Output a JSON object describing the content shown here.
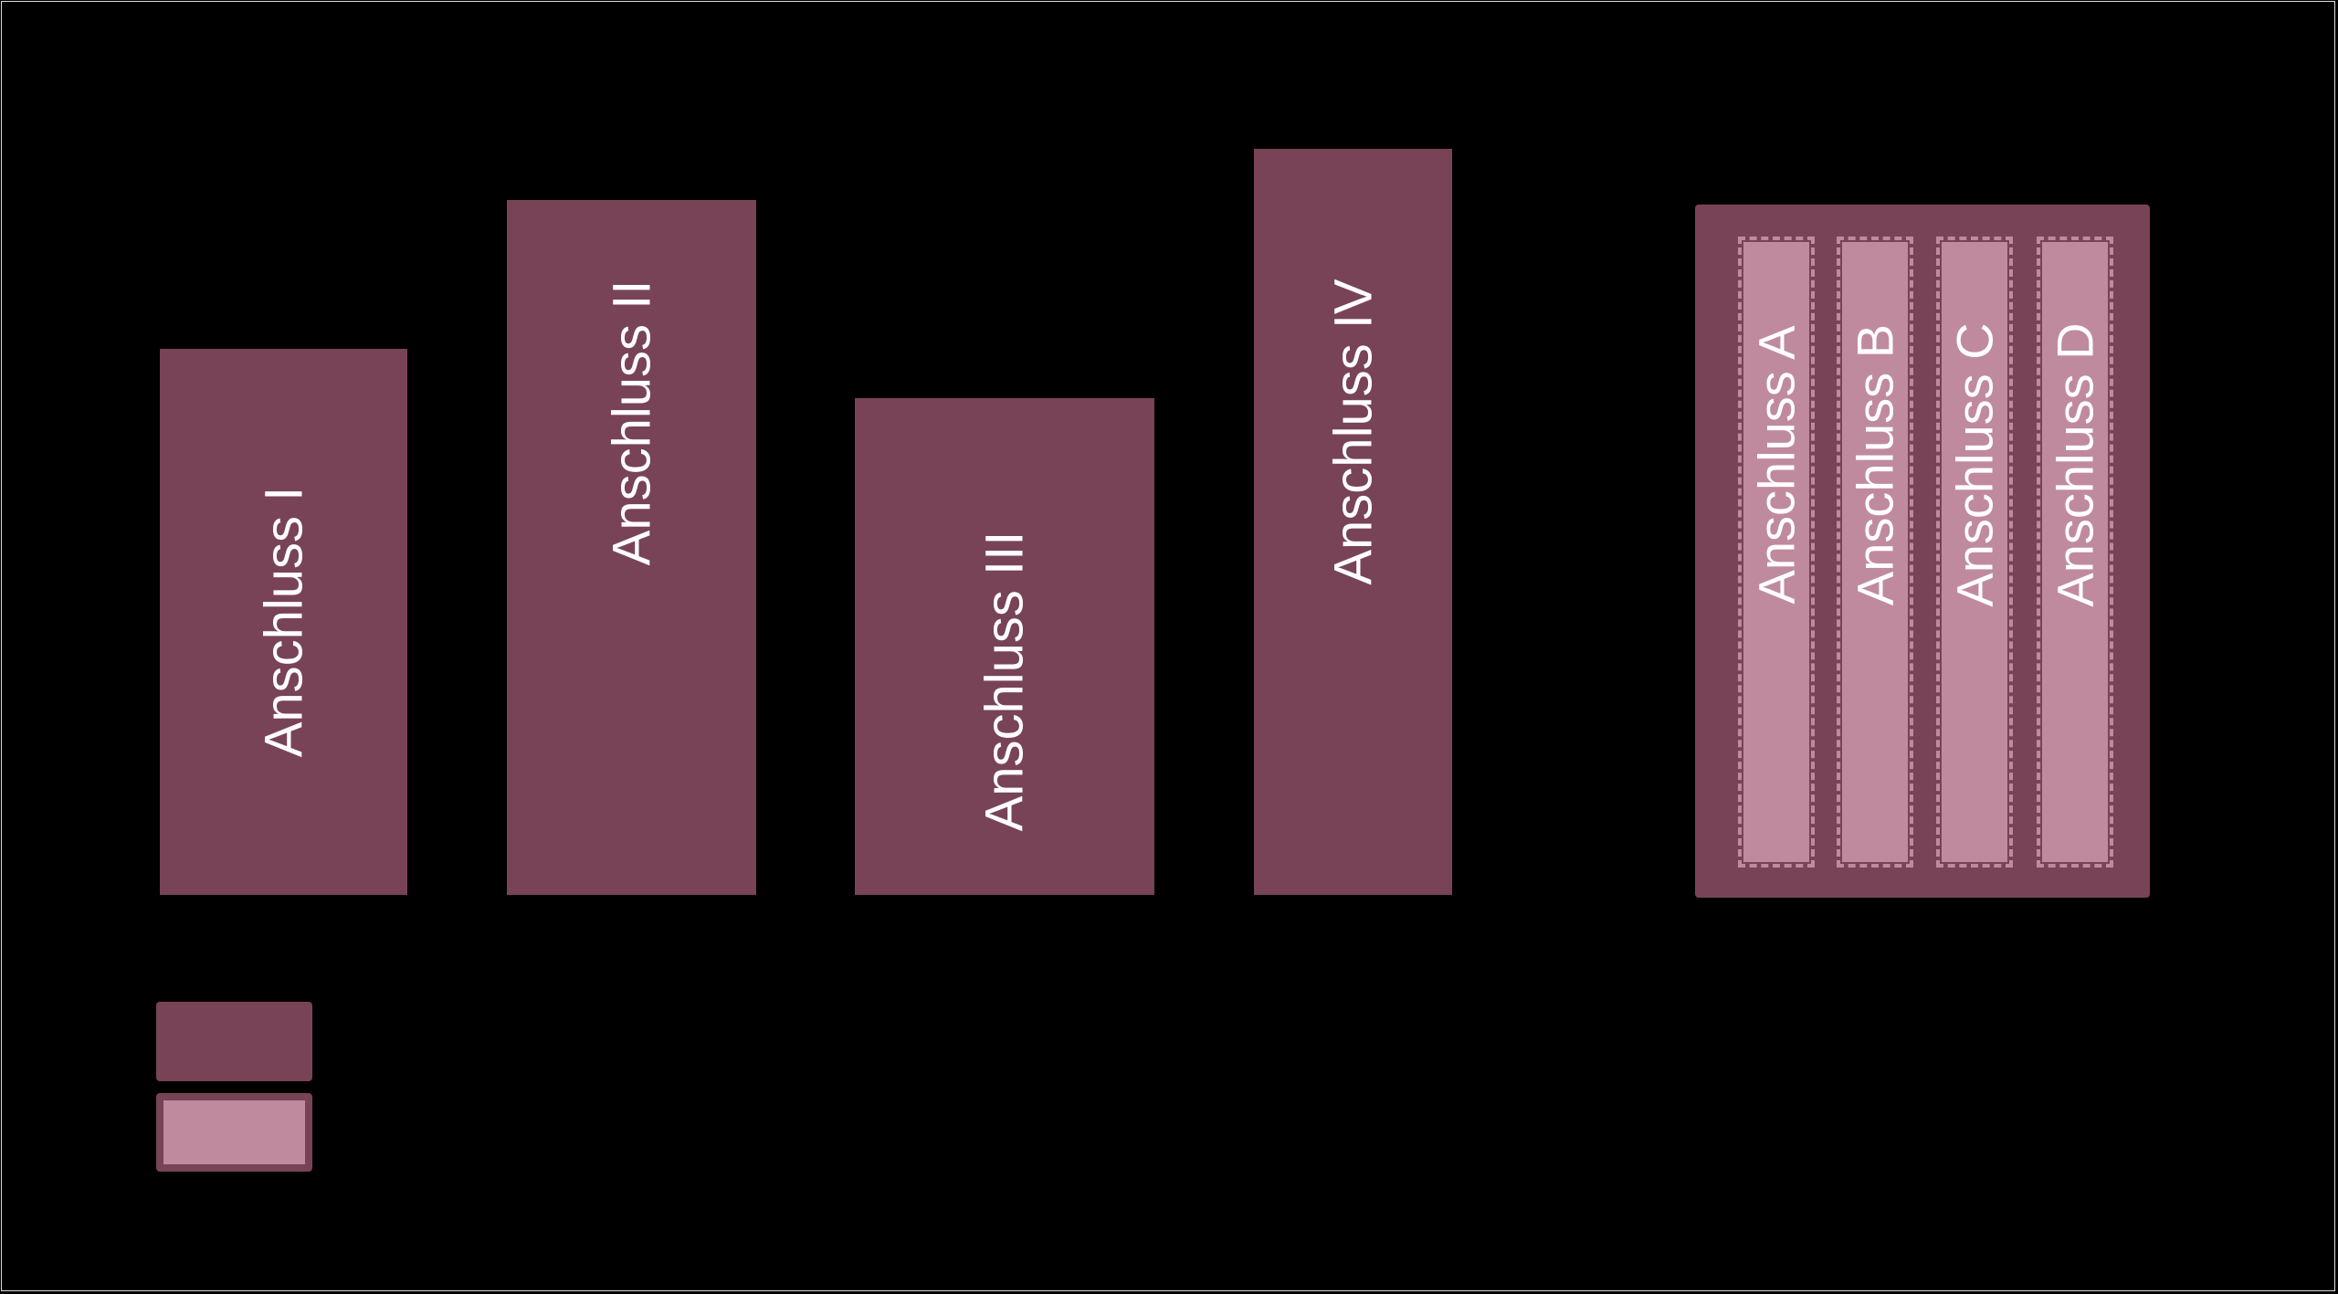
{
  "colors": {
    "primary": "#784357",
    "secondary": "#c08a9e",
    "background": "#000000"
  },
  "bars": [
    {
      "label": "Anschluss I"
    },
    {
      "label": "Anschluss II"
    },
    {
      "label": "Anschluss III"
    },
    {
      "label": "Anschluss IV"
    }
  ],
  "group": {
    "items": [
      {
        "label": "Anschluss A"
      },
      {
        "label": "Anschluss B"
      },
      {
        "label": "Anschluss C"
      },
      {
        "label": "Anschluss D"
      }
    ]
  }
}
